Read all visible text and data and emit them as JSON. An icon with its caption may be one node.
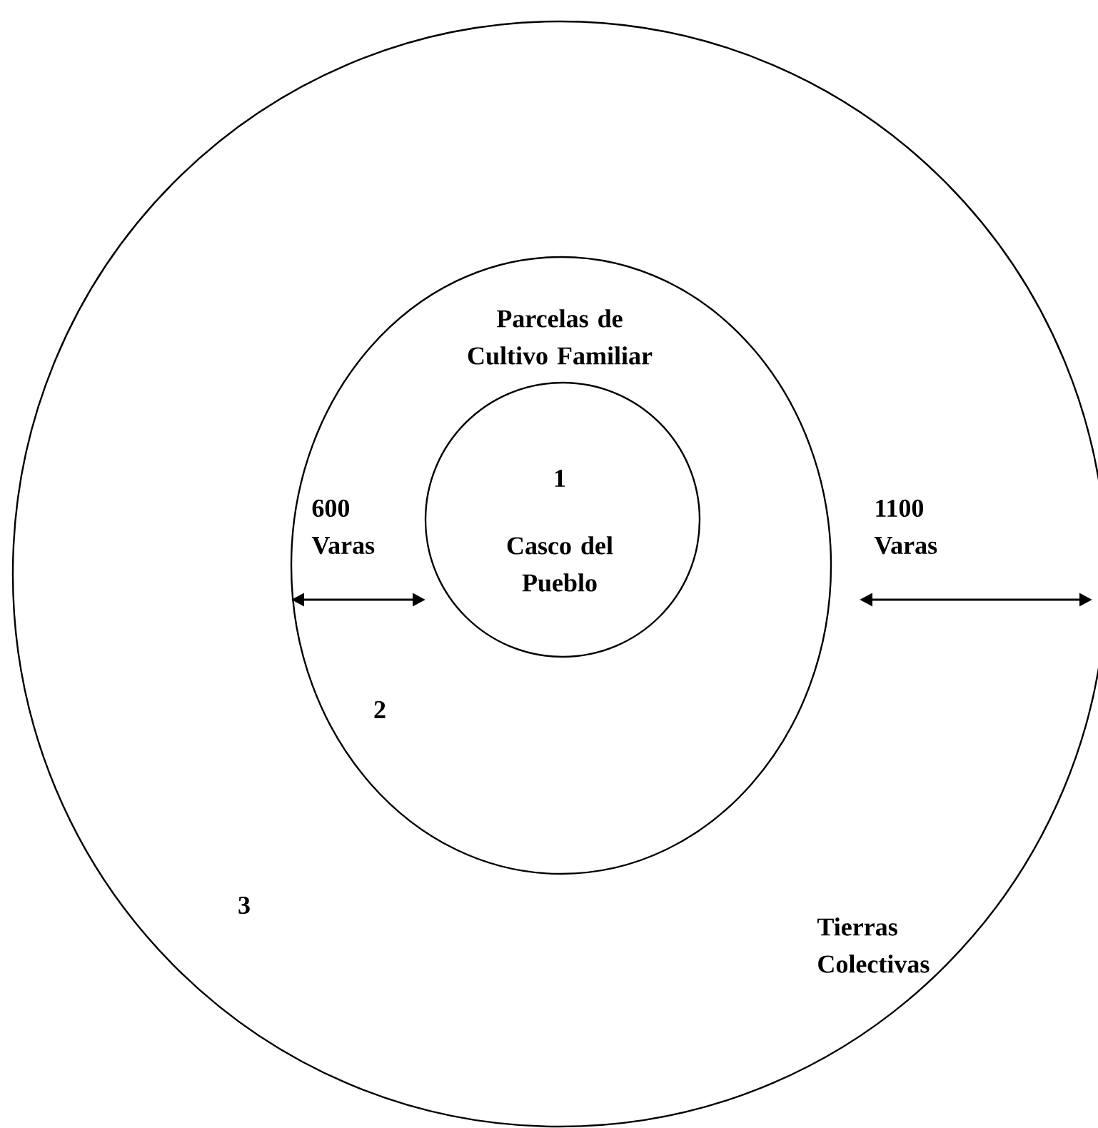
{
  "diagram": {
    "nodes": [
      {
        "text": [
          "3",
          "Tierras Colectivas"
        ]
      },
      {
        "text": [
          "Parcelas de Cultivo Familiar",
          "2"
        ],
        "in": 0
      },
      {
        "text": [
          "1",
          "Casco del Pueblo"
        ],
        "in": 1
      }
    ],
    "labels": [
      "600 Varas",
      "1100 Varas"
    ]
  }
}
